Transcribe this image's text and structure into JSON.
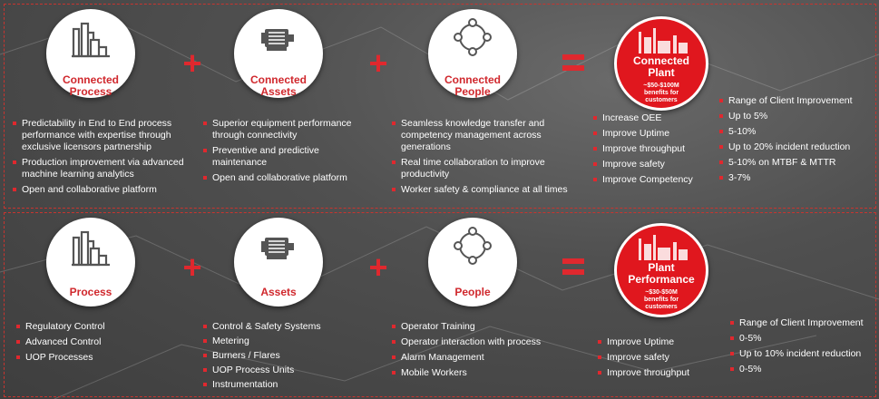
{
  "colors": {
    "accent": "#e0282e",
    "panel_border": "#c8342f",
    "text": "#ffffff",
    "label": "#d0282d"
  },
  "top": {
    "process": {
      "icon": "refinery-icon",
      "label1": "Connected",
      "label2": "Process",
      "bullets": [
        "Predictability in End to End process performance with expertise through exclusive licensors partnership",
        "Production improvement via advanced machine learning analytics",
        "Open and collaborative platform"
      ]
    },
    "assets": {
      "icon": "motor-icon",
      "label1": "Connected",
      "label2": "Assets",
      "bullets": [
        "Superior equipment performance through connectivity",
        "Preventive and predictive maintenance",
        "Open and collaborative platform"
      ]
    },
    "people": {
      "icon": "people-network-icon",
      "label1": "Connected",
      "label2": "People",
      "bullets": [
        "Seamless knowledge transfer and competency management across generations",
        "Real time collaboration to improve productivity",
        "Worker safety & compliance at all times"
      ]
    },
    "result": {
      "label1": "Connected",
      "label2": "Plant",
      "sub1": "~$50-$100M",
      "sub2": "benefits for",
      "sub3": "customers"
    },
    "improvements": [
      "Increase OEE",
      "Improve Uptime",
      "Improve throughput",
      "Improve safety",
      "Improve Competency"
    ],
    "client": {
      "header": "Range of Client Improvement",
      "values": [
        "Up to 5%",
        "5-10%",
        "Up to 20% incident reduction",
        "5-10% on MTBF & MTTR",
        "3-7%"
      ]
    }
  },
  "bottom": {
    "process": {
      "icon": "refinery-icon",
      "label": "Process",
      "bullets": [
        "Regulatory Control",
        "Advanced Control",
        "UOP Processes"
      ]
    },
    "assets": {
      "icon": "motor-icon",
      "label": "Assets",
      "bullets": [
        "Control & Safety Systems",
        "Metering",
        "Burners / Flares",
        "UOP Process Units",
        "Instrumentation"
      ]
    },
    "people": {
      "icon": "people-network-icon",
      "label": "People",
      "bullets": [
        "Operator Training",
        "Operator interaction with process",
        "Alarm Management",
        "Mobile Workers"
      ]
    },
    "result": {
      "label1": "Plant",
      "label2": "Performance",
      "sub1": "~$30-$50M",
      "sub2": "benefits for",
      "sub3": "customers"
    },
    "improvements": [
      "Improve Uptime",
      "Improve safety",
      "Improve throughput"
    ],
    "client": {
      "header": "Range of Client Improvement",
      "values": [
        "0-5%",
        "Up to 10% incident reduction",
        "0-5%"
      ]
    }
  },
  "symbols": {
    "plus": "+"
  }
}
